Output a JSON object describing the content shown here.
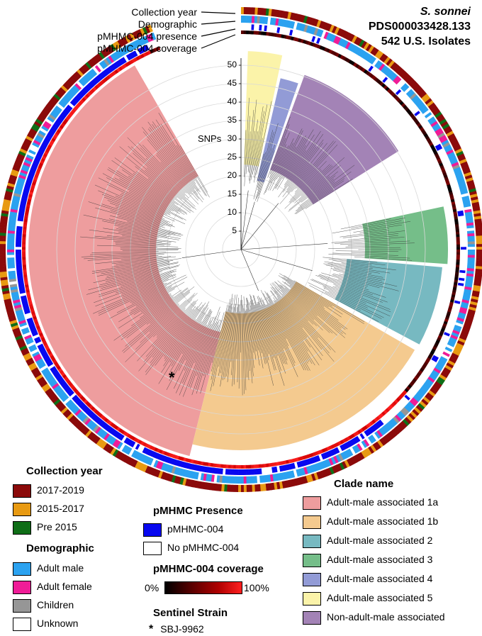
{
  "header": {
    "species": "S. sonnei",
    "pds": "PDS000033428.133",
    "isolates": "542 U.S. Isolates"
  },
  "ring_labels": [
    "Collection year",
    "Demographic",
    "pMHMC-004 presence",
    "pMHMC-004 coverage"
  ],
  "axis": {
    "label": "SNPs",
    "ticks": [
      "50",
      "45",
      "40",
      "35",
      "30",
      "25",
      "20",
      "15",
      "10",
      "5"
    ]
  },
  "sentinel_marker": "*",
  "legend": {
    "collection_year": {
      "title": "Collection year",
      "items": [
        {
          "label": "2017-2019",
          "color": "#8b0a0a"
        },
        {
          "label": "2015-2017",
          "color": "#e89a12"
        },
        {
          "label": "Pre 2015",
          "color": "#0f6e17"
        }
      ]
    },
    "demographic": {
      "title": "Demographic",
      "items": [
        {
          "label": "Adult male",
          "color": "#2ba2f0"
        },
        {
          "label": "Adult female",
          "color": "#ef1c97"
        },
        {
          "label": "Children",
          "color": "#969696"
        },
        {
          "label": "Unknown",
          "color": "#ffffff"
        }
      ]
    },
    "presence": {
      "title": "pMHMC Presence",
      "items": [
        {
          "label": "pMHMC-004",
          "color": "#0808f0"
        },
        {
          "label": "No pMHMC-004",
          "color": "#ffffff"
        }
      ]
    },
    "coverage": {
      "title": "pMHMC-004 coverage",
      "min_label": "0%",
      "max_label": "100%"
    },
    "sentinel": {
      "title": "Sentinel Strain",
      "marker": "*",
      "label": "SBJ-9962"
    },
    "clades": {
      "title": "Clade name",
      "items": [
        {
          "label": "Adult-male associated 1a",
          "color": "#ee9d9e"
        },
        {
          "label": "Adult-male associated 1b",
          "color": "#f4ca8f"
        },
        {
          "label": "Adult-male associated 2",
          "color": "#77b9c1"
        },
        {
          "label": "Adult-male associated 3",
          "color": "#75be89"
        },
        {
          "label": "Adult-male associated 4",
          "color": "#929bd6"
        },
        {
          "label": "Adult-male associated 5",
          "color": "#fbf3a9"
        },
        {
          "label": "Non-adult-male associated",
          "color": "#a383b6"
        }
      ]
    }
  }
}
